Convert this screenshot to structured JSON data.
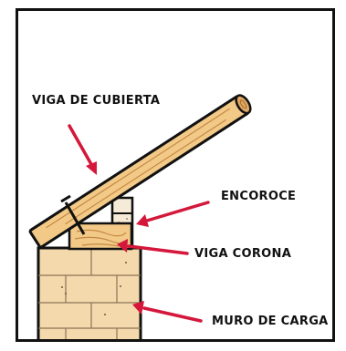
{
  "labels": {
    "viga_cubierta": "VIGA DE CUBIERTA",
    "encoroce": "ENCOROCE",
    "viga_corona": "VIGA CORONA",
    "muro_carga": "MURO DE CARGA"
  },
  "colors": {
    "wood": "#F3C987",
    "wood_dark": "#E2A862",
    "brick": "#F4D9AC",
    "mortar": "#F6EBD6",
    "arrow": "#D4173B",
    "outline": "#111111"
  }
}
